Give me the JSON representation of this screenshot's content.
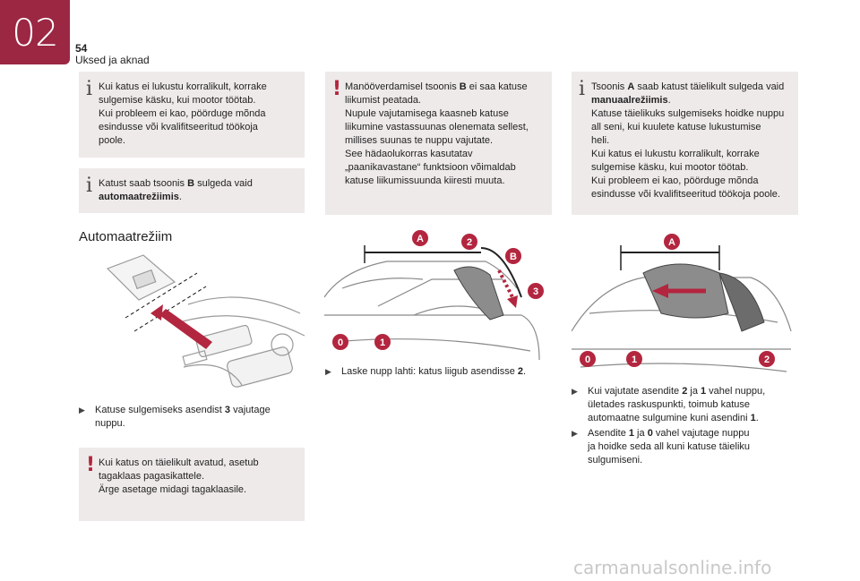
{
  "header": {
    "chapter": "02",
    "page_number": "54",
    "section_title": "Uksed ja aknad"
  },
  "colors": {
    "accent": "#9b2743",
    "box_bg": "#eeeae9",
    "warn": "#b3263f",
    "badge": "#b3263f"
  },
  "boxes": {
    "info1": [
      "Kui katus ei lukustu korralikult, korrake",
      "sulgemise käsku, kui mootor töötab.",
      "Kui probleem ei kao, pöörduge mõnda",
      "esindusse või kvalifitseeritud töökoja",
      "poole."
    ],
    "info2": {
      "pre": "Katust saab tsoonis ",
      "b1": "B",
      "mid": " sulgeda vaid",
      "b2": "automaatrežiimis",
      "post": "."
    },
    "warn_mid": {
      "l1a": "Manööverdamisel tsoonis ",
      "l1b": "B",
      "l1c": " ei saa katuse",
      "lines": [
        "liikumist peatada.",
        "Nupule vajutamisega kaasneb katuse",
        "liikumine vastassuunas olenemata sellest,",
        "millises suunas te nuppu vajutate.",
        "See hädaolukorras kasutatav",
        "„paanikavastane“ funktsioon võimaldab",
        "katuse liikumissuunda kiiresti muuta."
      ]
    },
    "info_right": {
      "l1a": "Tsoonis ",
      "l1b": "A",
      "l1c": " saab katust täielikult sulgeda vaid",
      "l2": "manuaalrežiimis",
      "l2end": ".",
      "lines": [
        "Katuse täielikuks sulgemiseks hoidke nuppu",
        "all seni, kui kuulete katuse lukustumise",
        "heli.",
        "Kui katus ei lukustu korralikult, korrake",
        "sulgemise käsku, kui mootor töötab.",
        "Kui probleem ei kao, pöörduge mõnda",
        "esindusse või kvalifitseeritud töökoja poole."
      ]
    },
    "warn_bottom": [
      "Kui katus on täielikult avatud, asetub",
      "tagaklaas pagasikattele.",
      "Ärge asetage midagi tagaklaasile."
    ]
  },
  "heading": "Automaatrežiim",
  "bullets": {
    "left": {
      "l1a": "Katuse sulgemiseks asendist ",
      "l1b": "3",
      "l1c": " vajutage",
      "l2": "nuppu."
    },
    "mid": {
      "a": "Laske nupp lahti: katus liigub asendisse ",
      "b": "2",
      "c": "."
    },
    "right1": {
      "l1a": "Kui vajutate asendite ",
      "l1b": "2",
      "l1c": " ja ",
      "l1d": "1",
      "l1e": " vahel nuppu,",
      "l2": "ületades raskuspunkti, toimub katuse",
      "l3a": "automaatne sulgumine kuni asendini ",
      "l3b": "1",
      "l3c": "."
    },
    "right2": {
      "l1a": "Asendite ",
      "l1b": "1",
      "l1c": " ja ",
      "l1d": "0",
      "l1e": " vahel vajutage nuppu",
      "l2": "ja hoidke seda all kuni katuse täieliku",
      "l3": "sulgumiseni."
    }
  },
  "figure_labels": {
    "mid": {
      "A": "A",
      "two": "2",
      "B": "B",
      "three": "3",
      "zero": "0",
      "one": "1"
    },
    "right": {
      "A": "A",
      "zero": "0",
      "one": "1",
      "two": "2"
    }
  },
  "watermark": "carmanualsonline.info"
}
